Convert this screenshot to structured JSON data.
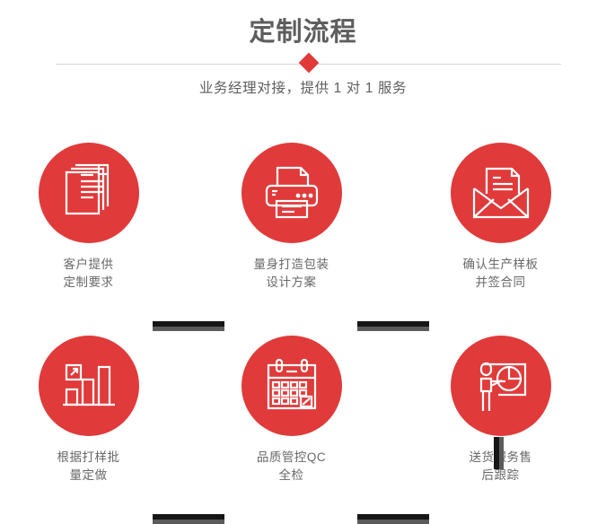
{
  "header": {
    "title": "定制流程",
    "subtitle": "业务经理对接，提供 1 对 1 服务",
    "divider_icon": "red-diamond",
    "title_color": "#5d5d5d",
    "accent_color": "#e03a3a",
    "divider_line_color": "#d6d6d6"
  },
  "flow": {
    "circle_color": "#e03a3a",
    "label_color": "#686868",
    "connector_dark_color": "#161616",
    "connector_gray_color": "#5b5b5b",
    "rows": [
      {
        "steps": [
          {
            "icon": "documents-icon",
            "label": "客户提供\n定制要求"
          },
          {
            "icon": "printer-icon",
            "label": "量身打造包装\n设计方案"
          },
          {
            "icon": "envelope-letter-icon",
            "label": "确认生产样板\n并签合同"
          }
        ]
      },
      {
        "steps": [
          {
            "icon": "bar-chart-growth-icon",
            "label": "根据打样批\n量定做"
          },
          {
            "icon": "calendar-check-icon",
            "label": "品质管控QC\n全检"
          },
          {
            "icon": "presenter-pie-chart-icon",
            "label": "送货服务售\n后跟踪"
          }
        ]
      }
    ]
  }
}
